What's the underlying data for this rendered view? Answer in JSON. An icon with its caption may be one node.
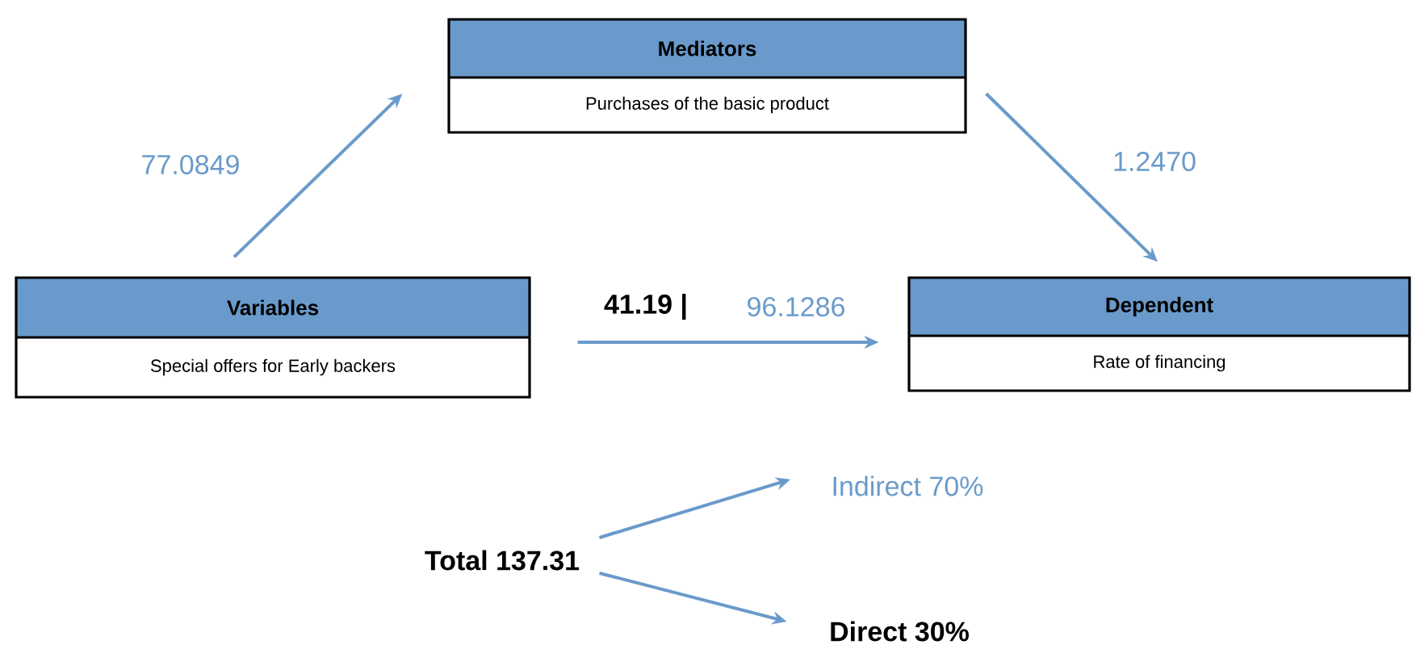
{
  "diagram": {
    "nodes": [
      {
        "text": [
          "Mediators",
          "Purchases of the basic product"
        ]
      },
      {
        "text": [
          "Variables",
          "Special offers for Early backers"
        ]
      },
      {
        "text": [
          "Dependent",
          "Rate of financing"
        ]
      },
      {
        "text": [
          "Total 137.31"
        ]
      },
      {
        "text": [
          "Indirect 70%"
        ]
      },
      {
        "text": [
          "Direct 30%"
        ]
      }
    ],
    "edges": [
      {
        "from": 1,
        "to": 0,
        "arrow": "to",
        "label": "77.0849"
      },
      {
        "from": 0,
        "to": 2,
        "arrow": "to",
        "label": "1.2470"
      },
      {
        "from": 1,
        "to": 2,
        "arrow": "to",
        "label": "96.1286"
      },
      {
        "from": 3,
        "to": 4,
        "arrow": "to"
      },
      {
        "from": 3,
        "to": 5,
        "arrow": "to"
      }
    ],
    "labels": [
      "41.19 |"
    ]
  }
}
